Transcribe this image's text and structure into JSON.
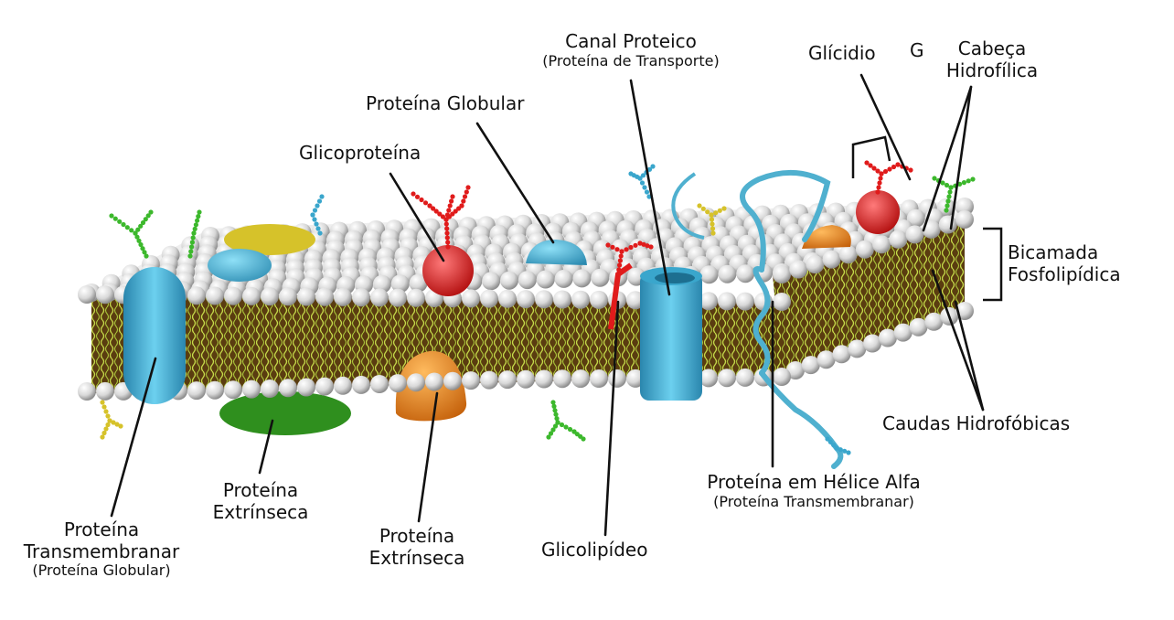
{
  "labels": {
    "canal_proteico": {
      "main": "Canal Proteico",
      "sub": "(Proteína de Transporte)"
    },
    "glicidio": "Glícidio",
    "g": "G",
    "cabeca_hidrofilica": {
      "l1": "Cabeça",
      "l2": "Hidrofílica"
    },
    "proteina_globular": "Proteína Globular",
    "glicoproteina": "Glicoproteína",
    "bicamada": {
      "l1": "Bicamada",
      "l2": "Fosfolipídica"
    },
    "caudas_hidrofobicas": "Caudas Hidrofóbicas",
    "proteina_helice": {
      "main": "Proteína em Hélice Alfa",
      "sub": "(Proteína Transmembranar)"
    },
    "proteina_transmembranar": {
      "l1": "Proteína",
      "l2": "Transmembranar",
      "sub": "(Proteína Globular)"
    },
    "proteina_extrinseca_1": {
      "l1": "Proteína",
      "l2": "Extrínseca"
    },
    "proteina_extrinseca_2": {
      "l1": "Proteína",
      "l2": "Extrínseca"
    },
    "glicolipideo": "Glicolipídeo"
  },
  "colors": {
    "head": "#dcdcdc",
    "tail": "#c9d84a",
    "core": "#5b3d12",
    "protein_blue": "#4db3d6",
    "protein_red": "#e01b1b",
    "protein_orange": "#e8821c",
    "protein_green": "#2f8f1e",
    "protein_yellow": "#d6c22a"
  }
}
